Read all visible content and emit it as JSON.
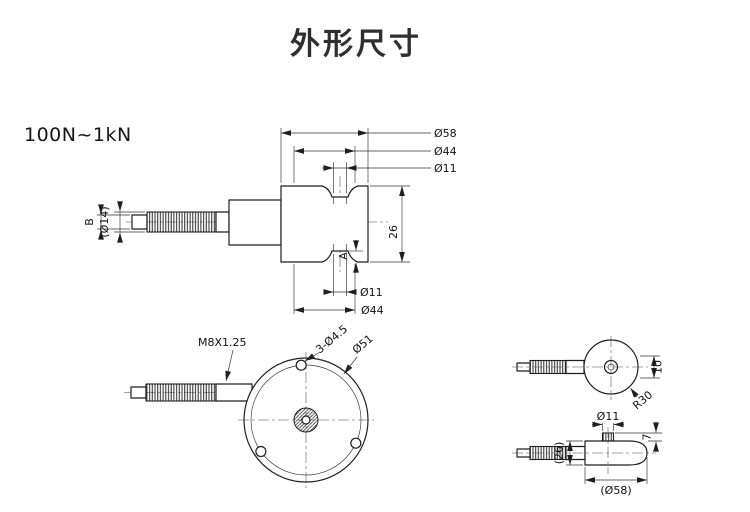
{
  "title": "外形尺寸",
  "range_label": "100N~1kN",
  "side_view": {
    "dia58": "Ø58",
    "dia44": "Ø44",
    "dia11_top": "Ø11",
    "dia11_bottom": "Ø11",
    "dia44_bottom": "Ø44",
    "dia14": "(Ø14)",
    "dim_b": "B",
    "dim_a": "A",
    "thickness": "26"
  },
  "front_view": {
    "thread": "M8X1.25",
    "holes": "3-Ø4.5",
    "bolt_circle": "Ø51"
  },
  "right_view": {
    "radius": "R30",
    "dim10": "10",
    "dia11": "Ø11",
    "dim7": "7",
    "dim26": "(26)",
    "dia58": "(Ø58)"
  }
}
